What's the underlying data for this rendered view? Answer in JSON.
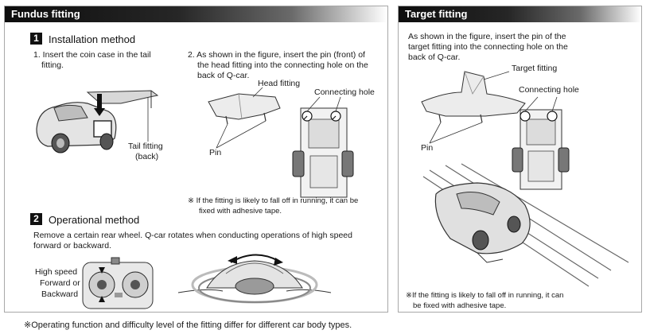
{
  "left_panel": {
    "title": "Fundus fitting",
    "section1": {
      "number": "1",
      "title": "Installation method",
      "step1_line1": "1. Insert the coin case in the tail",
      "step1_line2": "fitting.",
      "step2_line1": "2. As shown in the figure, insert the pin (front) of",
      "step2_line2": "the head fitting into the connecting hole on the",
      "step2_line3": "back of Q-car.",
      "label_head_fitting": "Head fitting",
      "label_connecting_hole": "Connecting hole",
      "label_pin": "Pin",
      "label_tail_fitting_1": "Tail fitting",
      "label_tail_fitting_2": "(back)",
      "note_line1": "※  If the fitting is likely to fall off in running, it can be",
      "note_line2": "fixed with adhesive tape."
    },
    "section2": {
      "number": "2",
      "title": "Operational method",
      "text_line1": "Remove a certain rear wheel. Q-car rotates when conducting operations of high speed",
      "text_line2": "forward or backward.",
      "label_line1": "High speed",
      "label_line2": "Forward or",
      "label_line3": "Backward"
    }
  },
  "right_panel": {
    "title": "Target fitting",
    "text_line1": "As shown in the figure, insert the pin of the",
    "text_line2": "target fitting into the connecting hole on the",
    "text_line3": "back of Q-car.",
    "label_target_fitting": "Target fitting",
    "label_connecting_hole": "Connecting hole",
    "label_pin": "Pin",
    "note_line1": "※If the fitting is likely to fall off in running, it can",
    "note_line2": "be fixed with adhesive tape."
  },
  "footer_note": "※Operating function and difficulty level of the fitting differ for different car body types."
}
